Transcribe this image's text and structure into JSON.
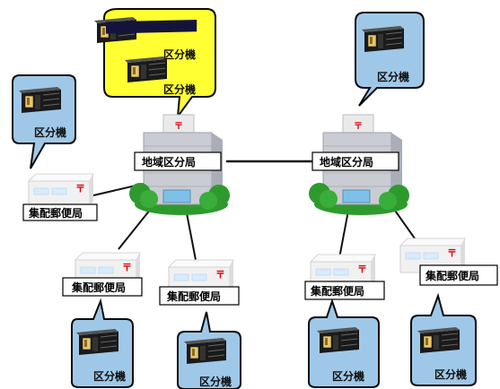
{
  "colors": {
    "bubble_fill": "#9fc8e8",
    "central_bubble_fill": "#ffff33",
    "bubble_stroke": "#0a0a0a",
    "link": "#111111",
    "tree_green": "#2e9a2e",
    "building": "#c9ccd2",
    "postal_red": "#e00000"
  },
  "icons": {
    "sorting_machine": "sorting-machine-icon",
    "regional_hub": "regional-sorting-building-icon",
    "delivery_office": "delivery-post-office-icon"
  },
  "hubs": [
    {
      "label": "地域区分局"
    },
    {
      "label": "地域区分局"
    }
  ],
  "central_bubble": {
    "label_1": "区分機",
    "label_2": "区分機"
  },
  "hub2_bubble": {
    "label": "区分機"
  },
  "offices": [
    {
      "label": "集配郵便局",
      "bubble_label": "区分機"
    },
    {
      "label": "集配郵便局",
      "bubble_label": "区分機"
    },
    {
      "label": "集配郵便局",
      "bubble_label": "区分機"
    },
    {
      "label": "集配郵便局",
      "bubble_label": "区分機"
    },
    {
      "label": "集配郵便局",
      "bubble_label": "区分機"
    }
  ]
}
